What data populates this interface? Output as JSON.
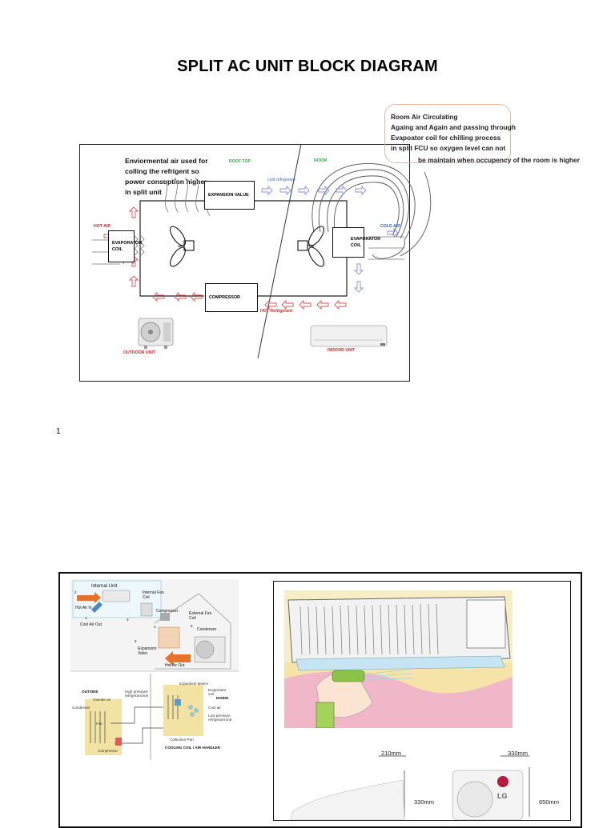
{
  "title": "SPLIT AC UNIT BLOCK DIAGRAM",
  "diagram": {
    "callout_lines": [
      "Room Air Circulating",
      "Againg and Again and passing through",
      "Evapoator coil for chilling process",
      "in split FCU so oxygen level can not",
      "be maintain when occupency of the room is higher"
    ],
    "env_lines": [
      "Enviormental air used for",
      "colling the refrigent so",
      "power consuption higher",
      "in split unit"
    ],
    "roof_top": "ROOF TOP",
    "room": "ROOM",
    "cold_refrigerant": "cold refrigerant",
    "expansion_valve": "EXPANSION VALUE",
    "hot_air": "HOT AIR",
    "cold_air": "COLD AIR",
    "evaporator_left": "EVAPORATOR COIL",
    "evaporator_right": "EVAPORATOR COIL",
    "compressor": "COMPRESSOR",
    "hot_refrigerant": "HOT Refrigerant",
    "outdoor_unit": "OUTDOOR UNIT",
    "indoor_unit": "INDOOR UNIT"
  },
  "page_number": "1",
  "figure_left": {
    "internal_unit": "Internal Unit",
    "hot_air_in": "Hot Air In",
    "cool_air_out": "Cool Air Out",
    "internal_fan_coil": "Internal Fan Coil",
    "compressor": "Compressor",
    "external_fan_coil": "External Fan Coil",
    "condenser": "Condenser",
    "expansion_valve": "Expansion Valve",
    "hot_air_out": "Hot Air Out",
    "outside": "OUTSIDE",
    "inside": "INSIDE",
    "outside_air": "Outside air",
    "condenser_low": "Condenser",
    "high_pressure": "High pressure refrigerant line",
    "fan": "Fan",
    "compressor_low": "Compressor",
    "expansion_device": "Expansion device",
    "evaporator_coil": "Evaporator coil",
    "cool_air": "Cool air",
    "low_pressure": "Low pressure refrigerant line",
    "collection_pan": "Collection Pan",
    "cooling_coil": "COOLING COIL / AIR HANDLER",
    "numbers": [
      "1",
      "2",
      "3",
      "4",
      "5",
      "6"
    ]
  },
  "figure_right": {
    "dim_210": "210mm",
    "dim_330_top": "330mm",
    "dim_330": "330mm",
    "dim_650": "650mm",
    "brand": "LG"
  }
}
